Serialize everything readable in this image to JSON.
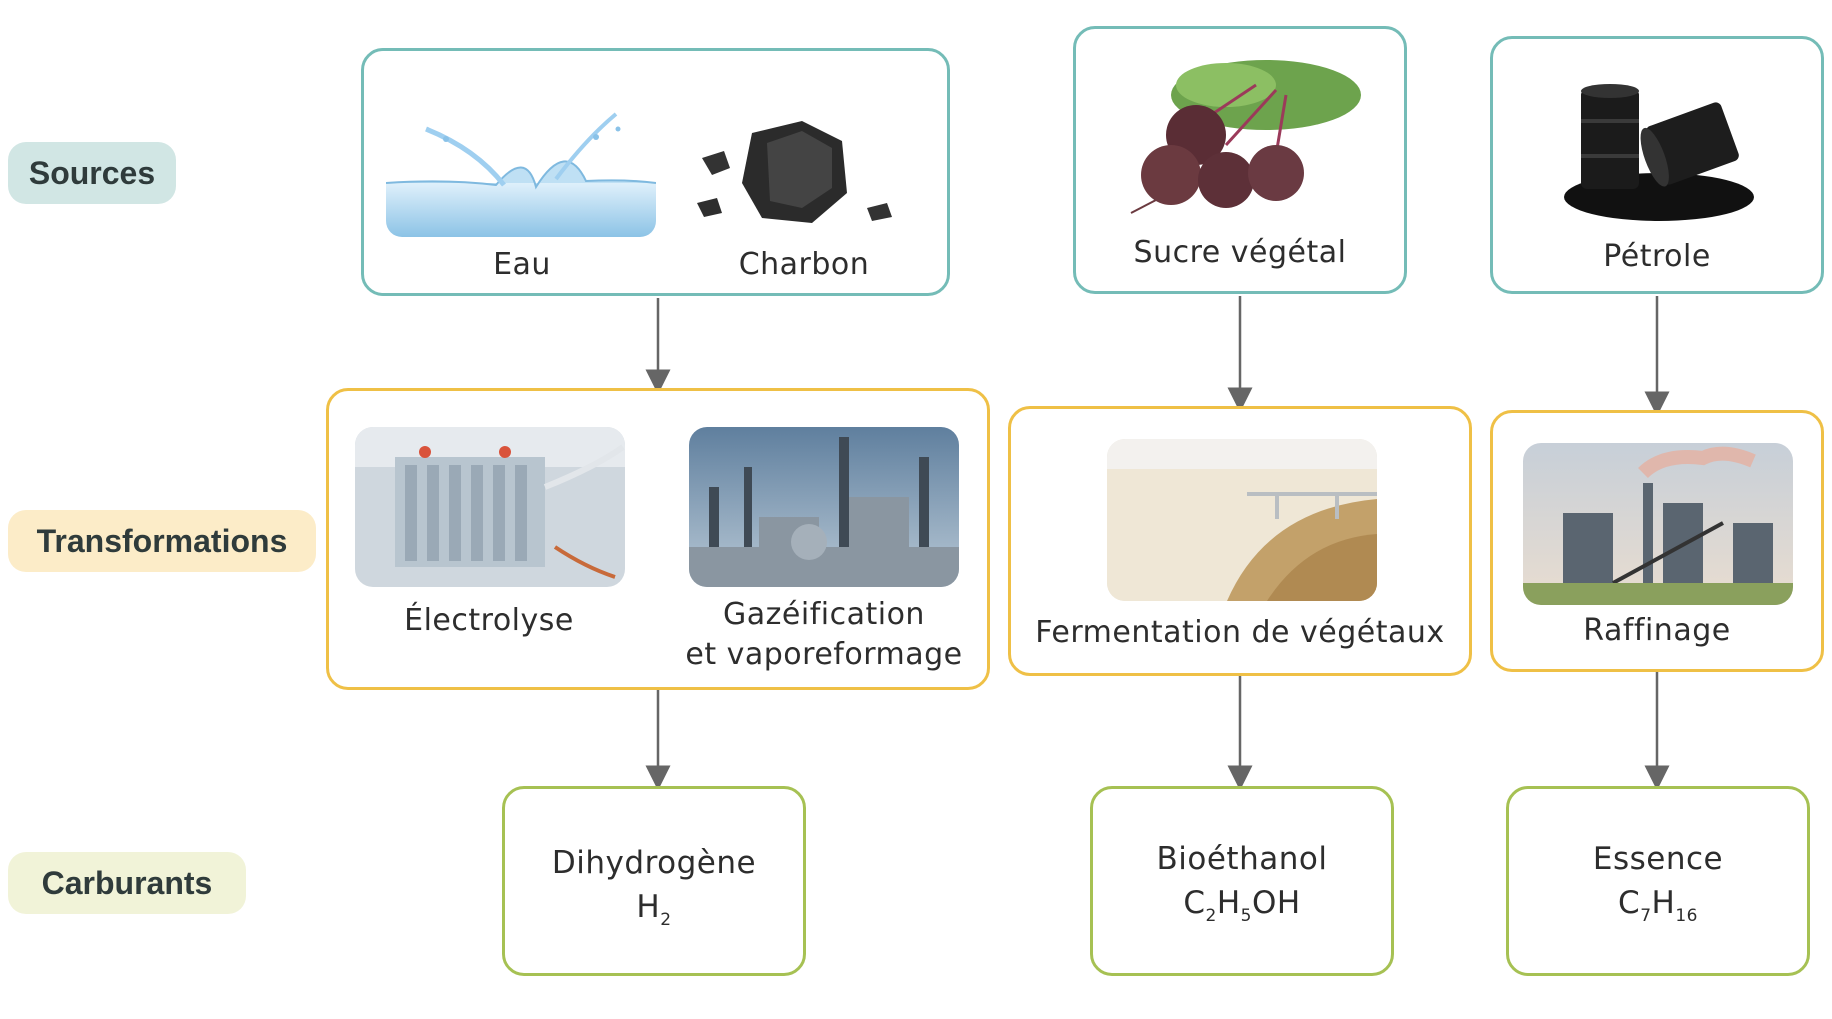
{
  "rows": {
    "sources": "Sources",
    "transformations": "Transformations",
    "carburants": "Carburants"
  },
  "sources": {
    "eau": "Eau",
    "charbon": "Charbon",
    "sucre": "Sucre végétal",
    "petrole": "Pétrole"
  },
  "transformations": {
    "electrolyse": "Électrolyse",
    "gazeification_1": "Gazéification",
    "gazeification_2": "et vaporeformage",
    "fermentation": "Fermentation de végétaux",
    "raffinage": "Raffinage"
  },
  "fuels": {
    "h2": {
      "name": "Dihydrogène",
      "f1": "H",
      "s1": "2"
    },
    "ethanol": {
      "name": "Bioéthanol",
      "f1": "C",
      "s1": "2",
      "f2": "H",
      "s2": "5",
      "f3": "OH"
    },
    "essence": {
      "name": "Essence",
      "f1": "C",
      "s1": "7",
      "f2": "H",
      "s2": "16"
    }
  },
  "colors": {
    "sources_label_bg": "#d1e6e4",
    "transformations_label_bg": "#fcecc8",
    "carburants_label_bg": "#f1f3d8",
    "source_border": "#74bcb7",
    "transformation_border": "#efc046",
    "fuel_border": "#a6c153",
    "arrow": "#666666"
  }
}
